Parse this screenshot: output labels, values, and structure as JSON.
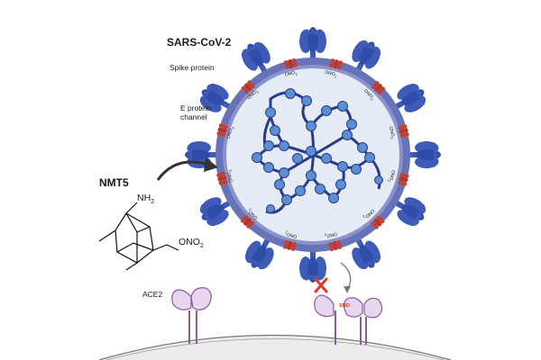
{
  "labels": {
    "virus": "SARS-CoV-2",
    "spike": "Spike protein",
    "e_protein_line1": "E protein",
    "e_protein_line2": "channel",
    "drug": "NMT5",
    "amine": "NH",
    "amine_sub": "2",
    "nitrate": "ONO",
    "nitrate_sub": "2",
    "receptor": "ACE2",
    "sno": "SNO"
  },
  "annotations": {
    "ono_tag": "ONO",
    "ono_sub": "2"
  },
  "colors": {
    "spike": "#3e5bb8",
    "spike_dark": "#2a3f8f",
    "envelope": "#6872b8",
    "interior": "#e6ecf5",
    "rna": "#2b3a8a",
    "rna_bead": "#5a8fd4",
    "e_channel": "#c9402a",
    "e_channel_orange": "#e8923a",
    "ace2": "#e8d6ee",
    "ace2_stroke": "#8a5a9a",
    "membrane": "#e8e8e8",
    "block_x": "#e03a2a",
    "arrow": "#333333"
  }
}
